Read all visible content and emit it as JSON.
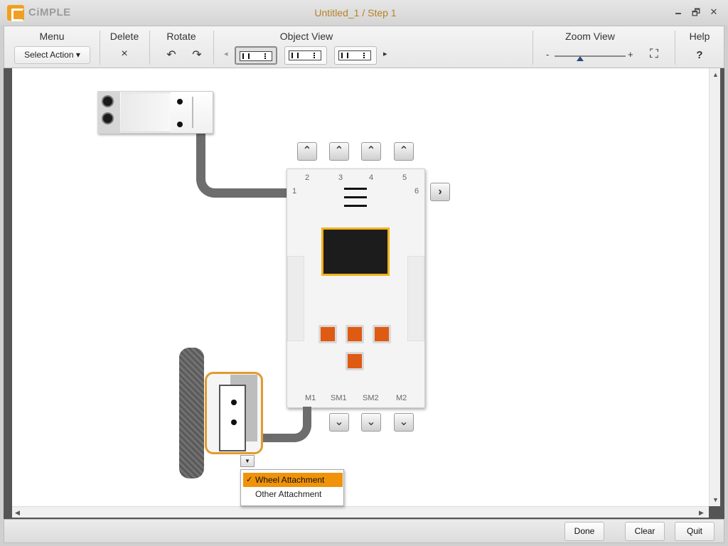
{
  "app": {
    "name": "CiMPLE",
    "window_title": "Untitled_1 / Step 1",
    "window_controls": {
      "minimize": "🗕",
      "restore": "🗗",
      "close": "✕"
    }
  },
  "toolbar": {
    "menu": {
      "label": "Menu",
      "select_action": "Select Action ▾"
    },
    "delete": {
      "label": "Delete",
      "icon": "×"
    },
    "rotate": {
      "label": "Rotate",
      "ccw_icon": "↶",
      "cw_icon": "↷"
    },
    "object_view": {
      "label": "Object View",
      "prev": "◂",
      "next": "▸"
    },
    "zoom_view": {
      "label": "Zoom View",
      "minus": "-",
      "plus": "+",
      "fit_icon": "⛶"
    },
    "help": {
      "label": "Help",
      "icon": "?"
    }
  },
  "canvas": {
    "sensor_port": "1",
    "controller_ports_top": [
      "2",
      "3",
      "4",
      "5"
    ],
    "controller_port_left": "1",
    "controller_port_right": "6",
    "controller_ports_bottom": [
      "M1",
      "SM1",
      "SM2",
      "M2"
    ],
    "motor_port": "M1",
    "up_arrow": "⌃",
    "down_arrow": "⌄",
    "right_arrow": "›",
    "dropdown_toggle": "▼",
    "attachment_menu": {
      "items": [
        {
          "label": "Wheel Attachment",
          "checked": true
        },
        {
          "label": "Other Attachment",
          "checked": false
        }
      ],
      "check_mark": "✓"
    }
  },
  "scrollbars": {
    "up": "▲",
    "down": "▼",
    "left": "◀",
    "right": "▶"
  },
  "bottom": {
    "done": "Done",
    "clear": "Clear",
    "quit": "Quit"
  },
  "colors": {
    "accent_orange": "#f0930b",
    "title_text": "#b7822a",
    "controller_button": "#df5a12",
    "screen_border": "#f2b21b"
  }
}
